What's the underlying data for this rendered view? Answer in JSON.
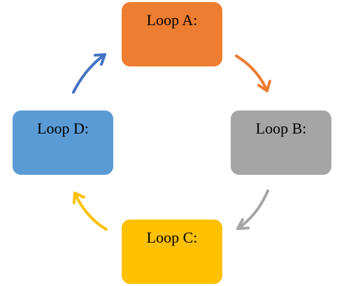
{
  "nodes": [
    {
      "id": "a",
      "label": "Loop A:",
      "color": "#ED7D31"
    },
    {
      "id": "b",
      "label": "Loop B:",
      "color": "#A5A5A5"
    },
    {
      "id": "c",
      "label": "Loop C:",
      "color": "#FFC000"
    },
    {
      "id": "d",
      "label": "Loop D:",
      "color": "#5B9BD5"
    }
  ],
  "arrows": [
    {
      "from": "a",
      "to": "b",
      "color": "#ED7D31"
    },
    {
      "from": "b",
      "to": "c",
      "color": "#A5A5A5"
    },
    {
      "from": "c",
      "to": "d",
      "color": "#FFC000"
    },
    {
      "from": "d",
      "to": "a",
      "color": "#4472C4"
    }
  ]
}
